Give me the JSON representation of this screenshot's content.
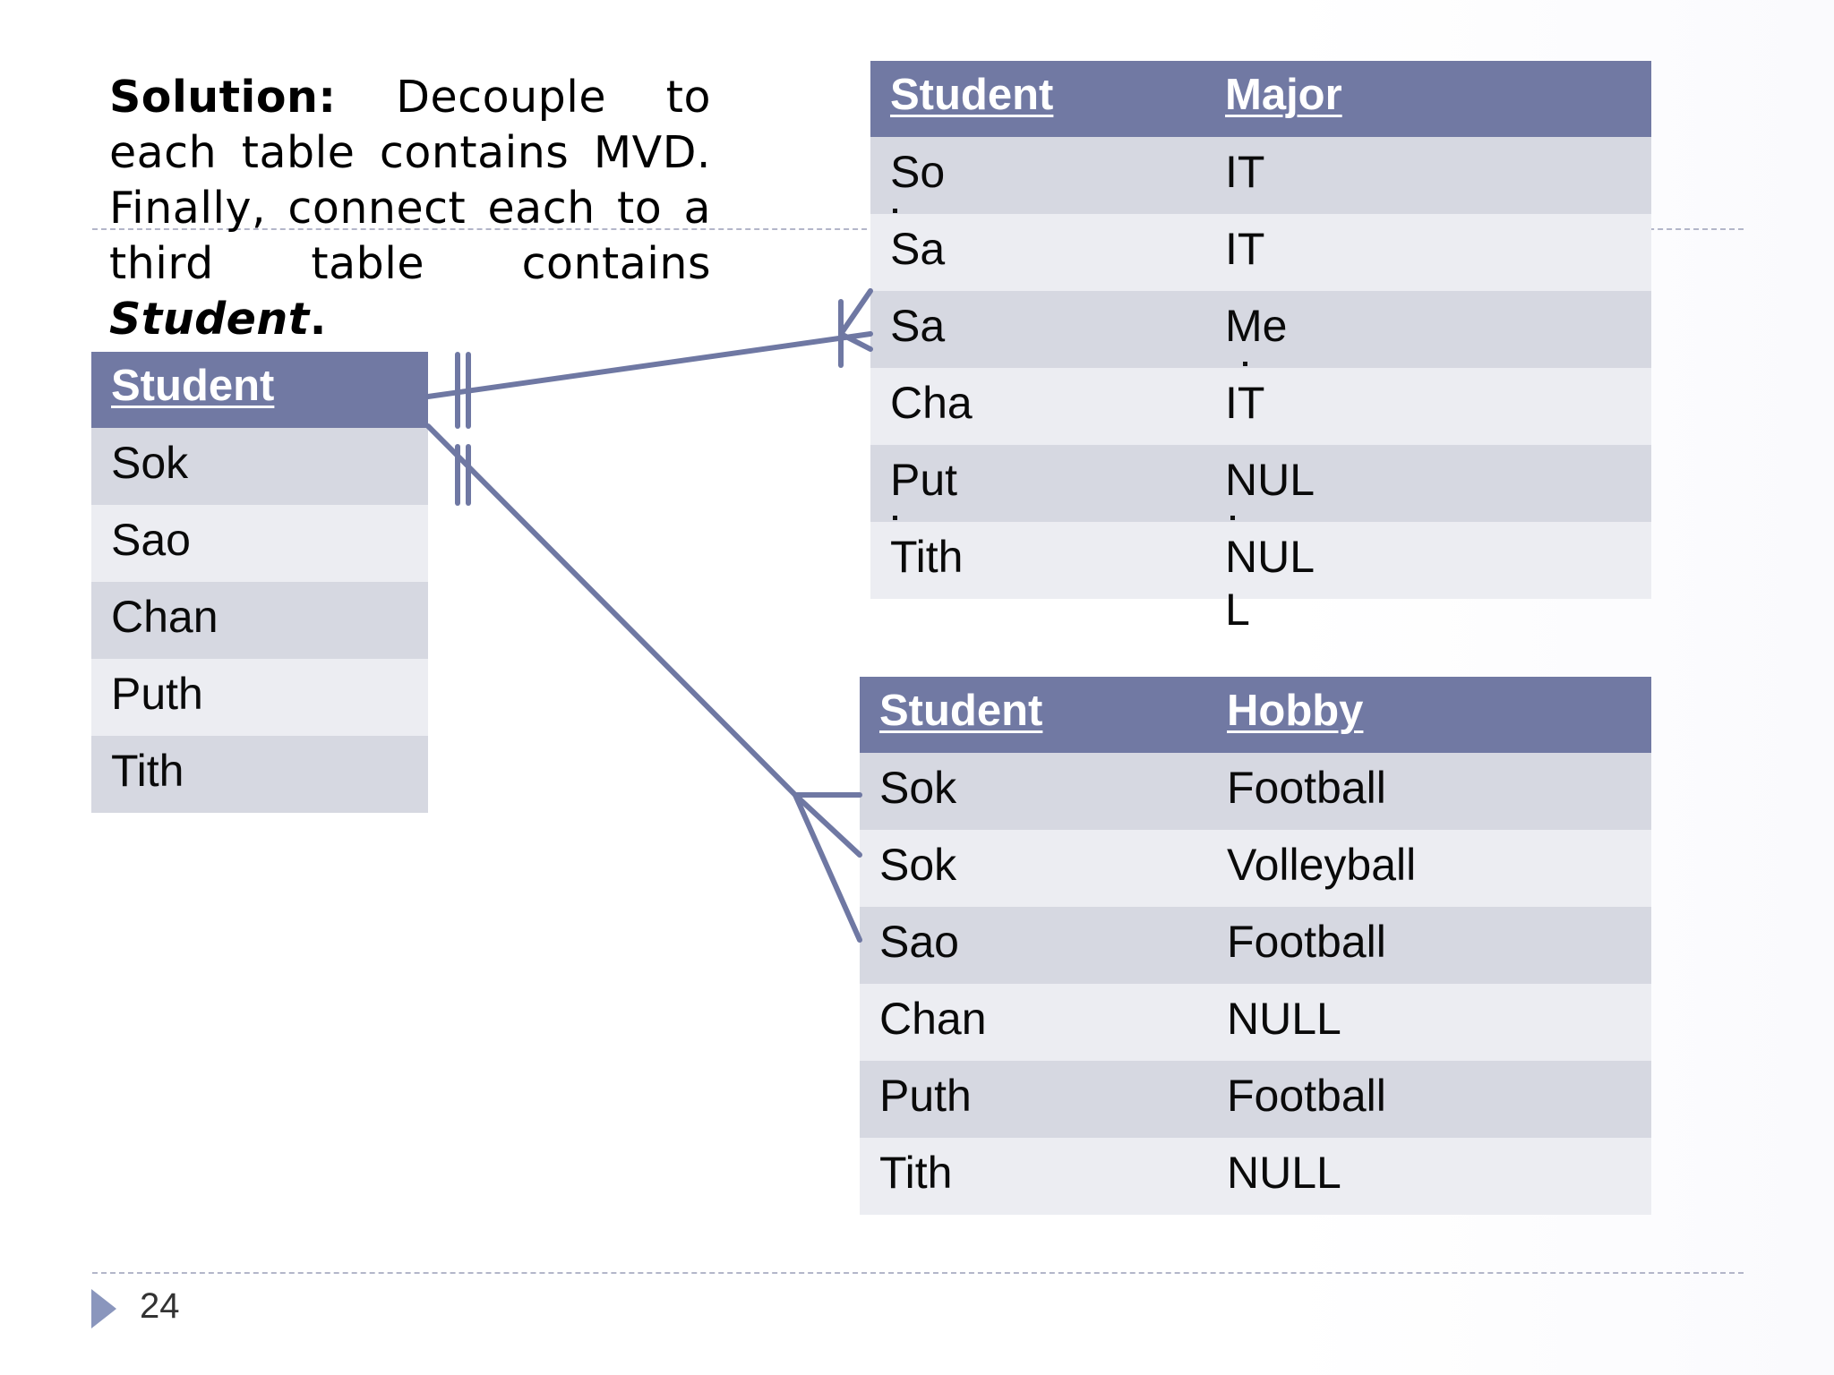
{
  "solution": {
    "label": "Solution:",
    "text": "Decouple to each table contains MVD. Finally, connect each to a third table contains",
    "emphasis": "Student",
    "end": "."
  },
  "student_table": {
    "header": "Student",
    "rows": [
      "Sok",
      "Sao",
      "Chan",
      "Puth",
      "Tith"
    ]
  },
  "major_table": {
    "headers": [
      "Student",
      "Major"
    ],
    "rows": [
      [
        "So",
        "IT"
      ],
      [
        "Sa",
        "IT"
      ],
      [
        "Sa",
        "Me"
      ],
      [
        "Cha",
        "IT"
      ],
      [
        "Put",
        "NUL"
      ],
      [
        "Tith",
        "NUL"
      ]
    ],
    "overflow_text": "L"
  },
  "hobby_table": {
    "headers": [
      "Student",
      "Hobby"
    ],
    "rows": [
      [
        "Sok",
        "Football"
      ],
      [
        "Sok",
        "Volleyball"
      ],
      [
        "Sao",
        "Football"
      ],
      [
        "Chan",
        "NULL"
      ],
      [
        "Puth",
        "Football"
      ],
      [
        "Tith",
        "NULL"
      ]
    ]
  },
  "colors": {
    "header_bg": "#7179a3",
    "row_odd": "#d6d8e1",
    "row_even": "#ecedf2",
    "connector": "#6f78a3"
  },
  "footer": {
    "page_number": "24"
  }
}
